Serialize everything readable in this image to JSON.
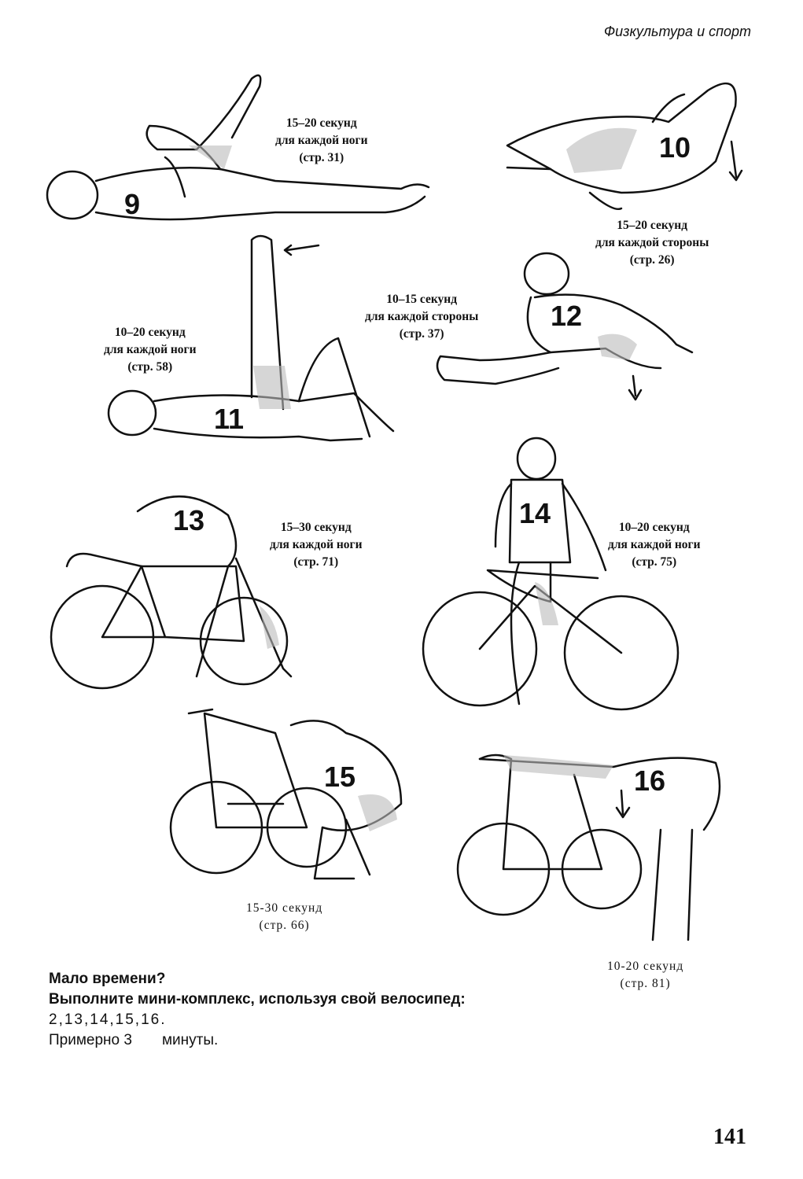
{
  "header": "Физкультура и спорт",
  "captions": [
    {
      "id": "c9",
      "lines": [
        "15–20 секунд",
        "для каждой ноги",
        "(стр. 31)"
      ]
    },
    {
      "id": "c10",
      "lines": [
        "15–20 секунд",
        "для каждой стороны",
        "(стр. 26)"
      ]
    },
    {
      "id": "c12",
      "lines": [
        "10–15 секунд",
        "для каждой стороны",
        "(стр. 37)"
      ]
    },
    {
      "id": "c11",
      "lines": [
        "10–20 секунд",
        "для каждой ноги",
        "(стр. 58)"
      ]
    },
    {
      "id": "c13",
      "lines": [
        "15–30 секунд",
        "для каждой ноги",
        "(стр. 71)"
      ]
    },
    {
      "id": "c14",
      "lines": [
        "10–20 секунд",
        "для каждой ноги",
        "(стр. 75)"
      ]
    },
    {
      "id": "c15",
      "lines": [
        "15-30 секунд",
        "(стр. 66)"
      ]
    },
    {
      "id": "c16",
      "lines": [
        "10-20 секунд",
        "(стр. 81)"
      ]
    }
  ],
  "figures": {
    "f9": "9",
    "f10": "10",
    "f11": "11",
    "f12": "12",
    "f13": "13",
    "f14": "14",
    "f15": "15",
    "f16": "16"
  },
  "note": {
    "title": "Мало времени?",
    "subtitle": "Выполните мини-комплекс, используя свой велосипед:",
    "sequence": "2,13,14,15,16.",
    "estimate_prefix": "Примерно 3",
    "estimate_suffix": "минуты."
  },
  "page_number": "141"
}
